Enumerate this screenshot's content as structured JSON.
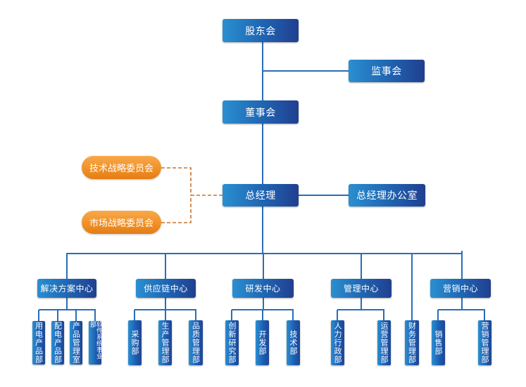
{
  "diagram": {
    "type": "org-chart",
    "colors": {
      "node_blue": "#1f63b1",
      "node_orange": "#f08f24",
      "line_blue": "#2a6db8",
      "dashed_orange": "#c8742a"
    },
    "top": {
      "shareholders": "股东会",
      "supervisors": "监事会",
      "board": "董事会",
      "general_manager": "总经理",
      "gm_office": "总经理办公室"
    },
    "committees": [
      "技术战略委员会",
      "市场战略委员会"
    ],
    "centers": [
      {
        "name": "解决方案中心",
        "departments": [
          "用电产品部",
          "配电产品部",
          "产品管理室",
          "软件系统事业部"
        ]
      },
      {
        "name": "供应链中心",
        "departments": [
          "采购部",
          "生产管理部",
          "品质管理部"
        ]
      },
      {
        "name": "研发中心",
        "departments": [
          "创新研究部",
          "开发部",
          "技术部"
        ]
      },
      {
        "name": "管理中心",
        "departments": [
          "人力行政部",
          "运营管理部"
        ]
      },
      {
        "name": "营销中心",
        "departments": [
          "销售部",
          "营销管理部"
        ]
      }
    ],
    "standalone_departments": [
      "财务管理部"
    ]
  }
}
